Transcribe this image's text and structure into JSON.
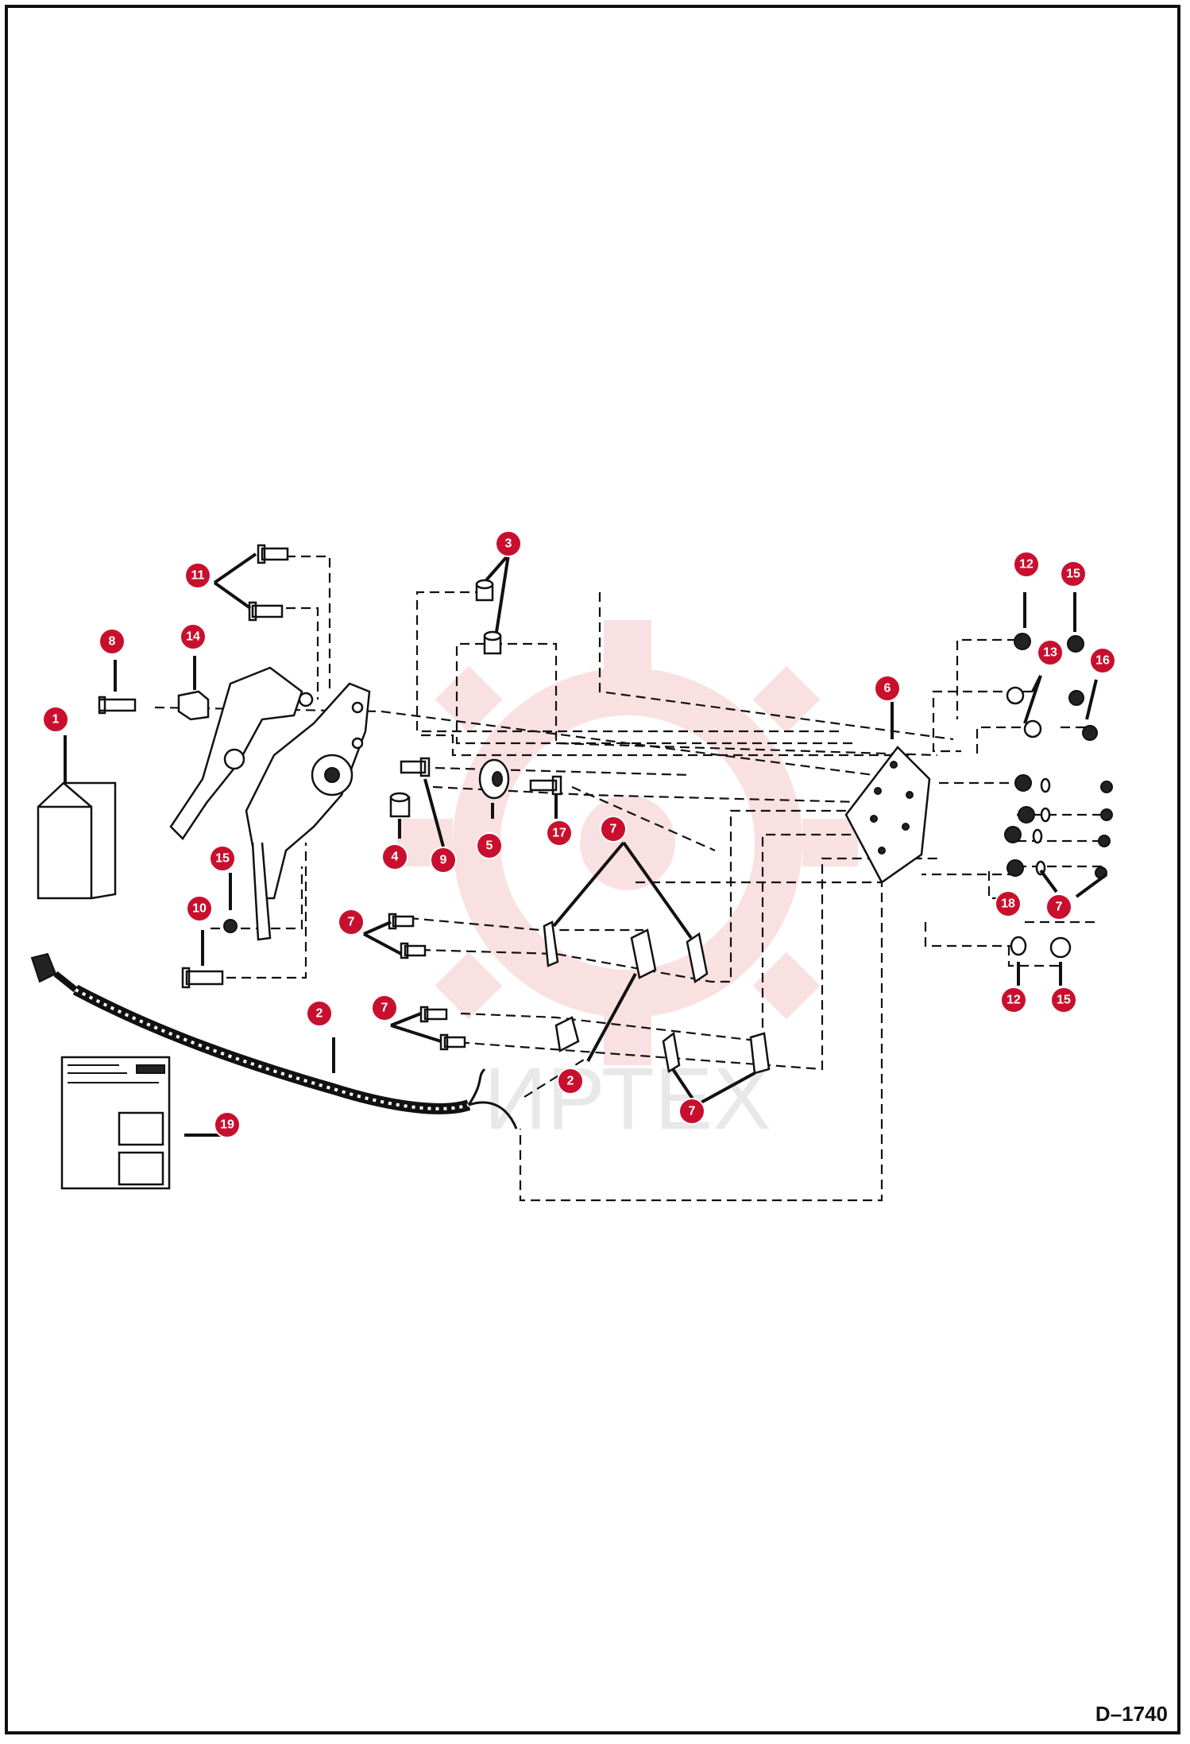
{
  "drawing_code": "D–1740",
  "watermark_text": "ИРТЕХ",
  "callout_color": "#c8102e",
  "callouts": [
    {
      "id": "c1",
      "label": "1"
    },
    {
      "id": "c2a",
      "label": "2"
    },
    {
      "id": "c2b",
      "label": "2"
    },
    {
      "id": "c3",
      "label": "3"
    },
    {
      "id": "c4",
      "label": "4"
    },
    {
      "id": "c5",
      "label": "5"
    },
    {
      "id": "c6",
      "label": "6"
    },
    {
      "id": "c7a",
      "label": "7"
    },
    {
      "id": "c7b",
      "label": "7"
    },
    {
      "id": "c7c",
      "label": "7"
    },
    {
      "id": "c7d",
      "label": "7"
    },
    {
      "id": "c7e",
      "label": "7"
    },
    {
      "id": "c8",
      "label": "8"
    },
    {
      "id": "c9",
      "label": "9"
    },
    {
      "id": "c10",
      "label": "10"
    },
    {
      "id": "c11",
      "label": "11"
    },
    {
      "id": "c12a",
      "label": "12"
    },
    {
      "id": "c12b",
      "label": "12"
    },
    {
      "id": "c13",
      "label": "13"
    },
    {
      "id": "c14",
      "label": "14"
    },
    {
      "id": "c15a",
      "label": "15"
    },
    {
      "id": "c15b",
      "label": "15"
    },
    {
      "id": "c15c",
      "label": "15"
    },
    {
      "id": "c16",
      "label": "16"
    },
    {
      "id": "c17",
      "label": "17"
    },
    {
      "id": "c18",
      "label": "18"
    },
    {
      "id": "c19",
      "label": "19"
    }
  ]
}
